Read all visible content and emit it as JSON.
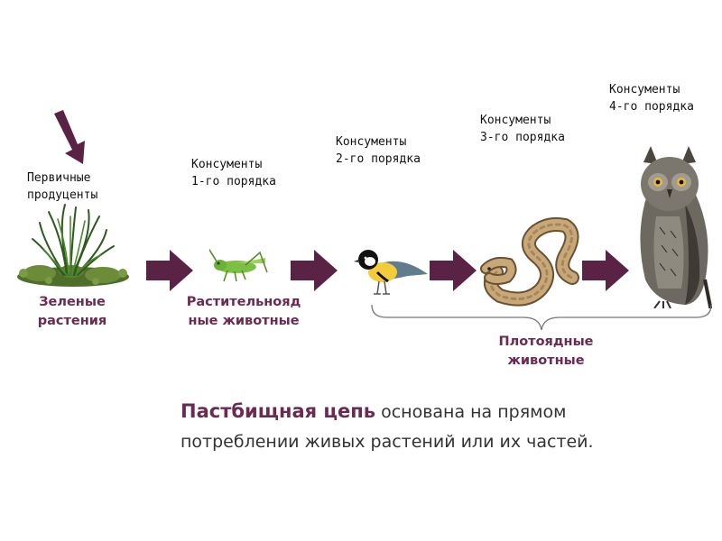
{
  "levels": {
    "producers": "Первичные\nпродуценты",
    "consumer1": "Консументы\n1-го порядка",
    "consumer2": "Консументы\n2-го порядка",
    "consumer3": "Консументы\n3-го порядка",
    "consumer4": "Консументы\n4-го порядка"
  },
  "categories": {
    "plants": "Зеленые\nрастения",
    "herbivores": "Растительнояд\nные животные",
    "carnivores": "Плотоядные\nживотные"
  },
  "caption": {
    "emphasis": "Пастбищная цепь",
    "text": " основана на прямом потреблении живых растений или их частей."
  },
  "colors": {
    "arrow": "#5a2346",
    "accent_text": "#6b2a52"
  },
  "icons": [
    "grass-icon",
    "grasshopper-icon",
    "titmouse-icon",
    "snake-icon",
    "owl-icon"
  ]
}
